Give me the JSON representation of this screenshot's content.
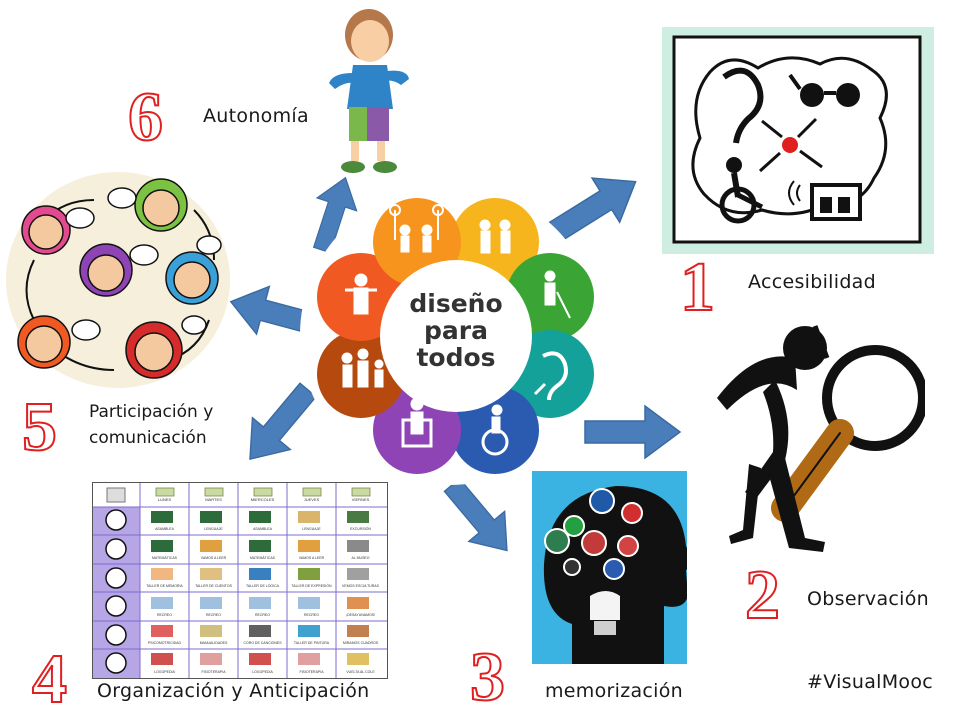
{
  "center": {
    "line1": "diseño",
    "line2": "para",
    "line3": "todos"
  },
  "labels": {
    "accesibilidad": "Accesibilidad",
    "observacion": "Observación",
    "memorizacion": "memorización",
    "organizacion": "Organización y Anticipación",
    "participacion_1": "Participación y",
    "participacion_2": "comunicación",
    "autonomia": "Autonomía"
  },
  "numbers": {
    "n1": "1",
    "n2": "2",
    "n3": "3",
    "n4": "4",
    "n5": "5",
    "n6": "6"
  },
  "hashtag": "#VisualMooc",
  "schedule": {
    "days": [
      "LUNES",
      "MARTES",
      "MIERCOLES",
      "JUEVES",
      "VIERNES"
    ],
    "rows": [
      [
        "ASAMBLEA",
        "LENGUAJE",
        "ASAMBLEA",
        "LENGUAJE",
        "EXCURSIÓN"
      ],
      [
        "MATEMÁTICAS",
        "VAMOS A LEER",
        "MATEMÁTICAS",
        "VAMOS A LEER",
        "AL MUSEO"
      ],
      [
        "TALLER DE MEMORIA",
        "TALLER DE CUENTOS",
        "TALLER DE LÓGICA",
        "TALLER DE EXPRESIÓN",
        "VEMOS ESCULTURAS"
      ],
      [
        "RECREO",
        "RECREO",
        "RECREO",
        "RECREO",
        "¡DESAYUNAMOS!"
      ],
      [
        "PSICOMOTRICIDAD",
        "MANUALIDADES",
        "CORO DE CANCIONES",
        "TALLER DE PINTURA",
        "MIRAMOS CUADROS"
      ],
      [
        "LOGOPEDIA",
        "FISIOTERAPIA",
        "LOGOPEDIA",
        "FISIOTERAPIA",
        "VUELTA AL COLE"
      ]
    ]
  },
  "colors": {
    "arrow": "#4a7ebb",
    "petals": [
      "#f05a22",
      "#f7941d",
      "#f7b51d",
      "#3aa535",
      "#14a19a",
      "#2a5bb0",
      "#8e44b5",
      "#b5490e"
    ],
    "number_stroke": "#e02020"
  }
}
